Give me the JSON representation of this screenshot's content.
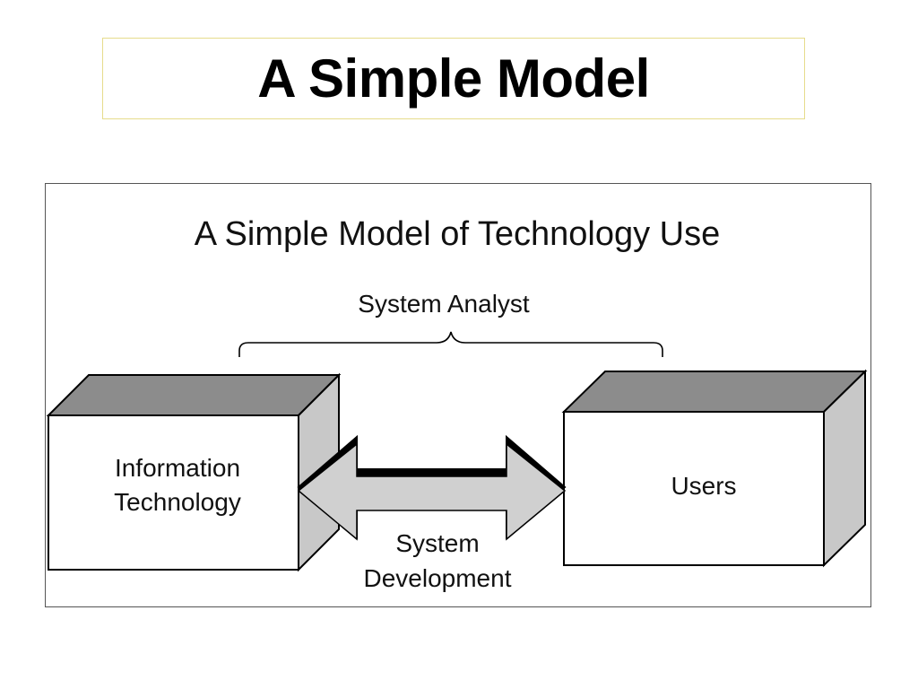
{
  "slide": {
    "title": "A Simple Model"
  },
  "diagram": {
    "heading": "A Simple Model of Technology Use",
    "brace_label": "System Analyst",
    "left_box": {
      "line1": "Information",
      "line2": "Technology"
    },
    "right_box": {
      "label": "Users"
    },
    "arrow_label": {
      "line1": "System",
      "line2": "Development"
    },
    "colors": {
      "box_top": "#8c8c8c",
      "box_side": "#c8c8c8",
      "arrow_fill": "#d0d0d0",
      "title_border": "#e6dc8c"
    }
  }
}
